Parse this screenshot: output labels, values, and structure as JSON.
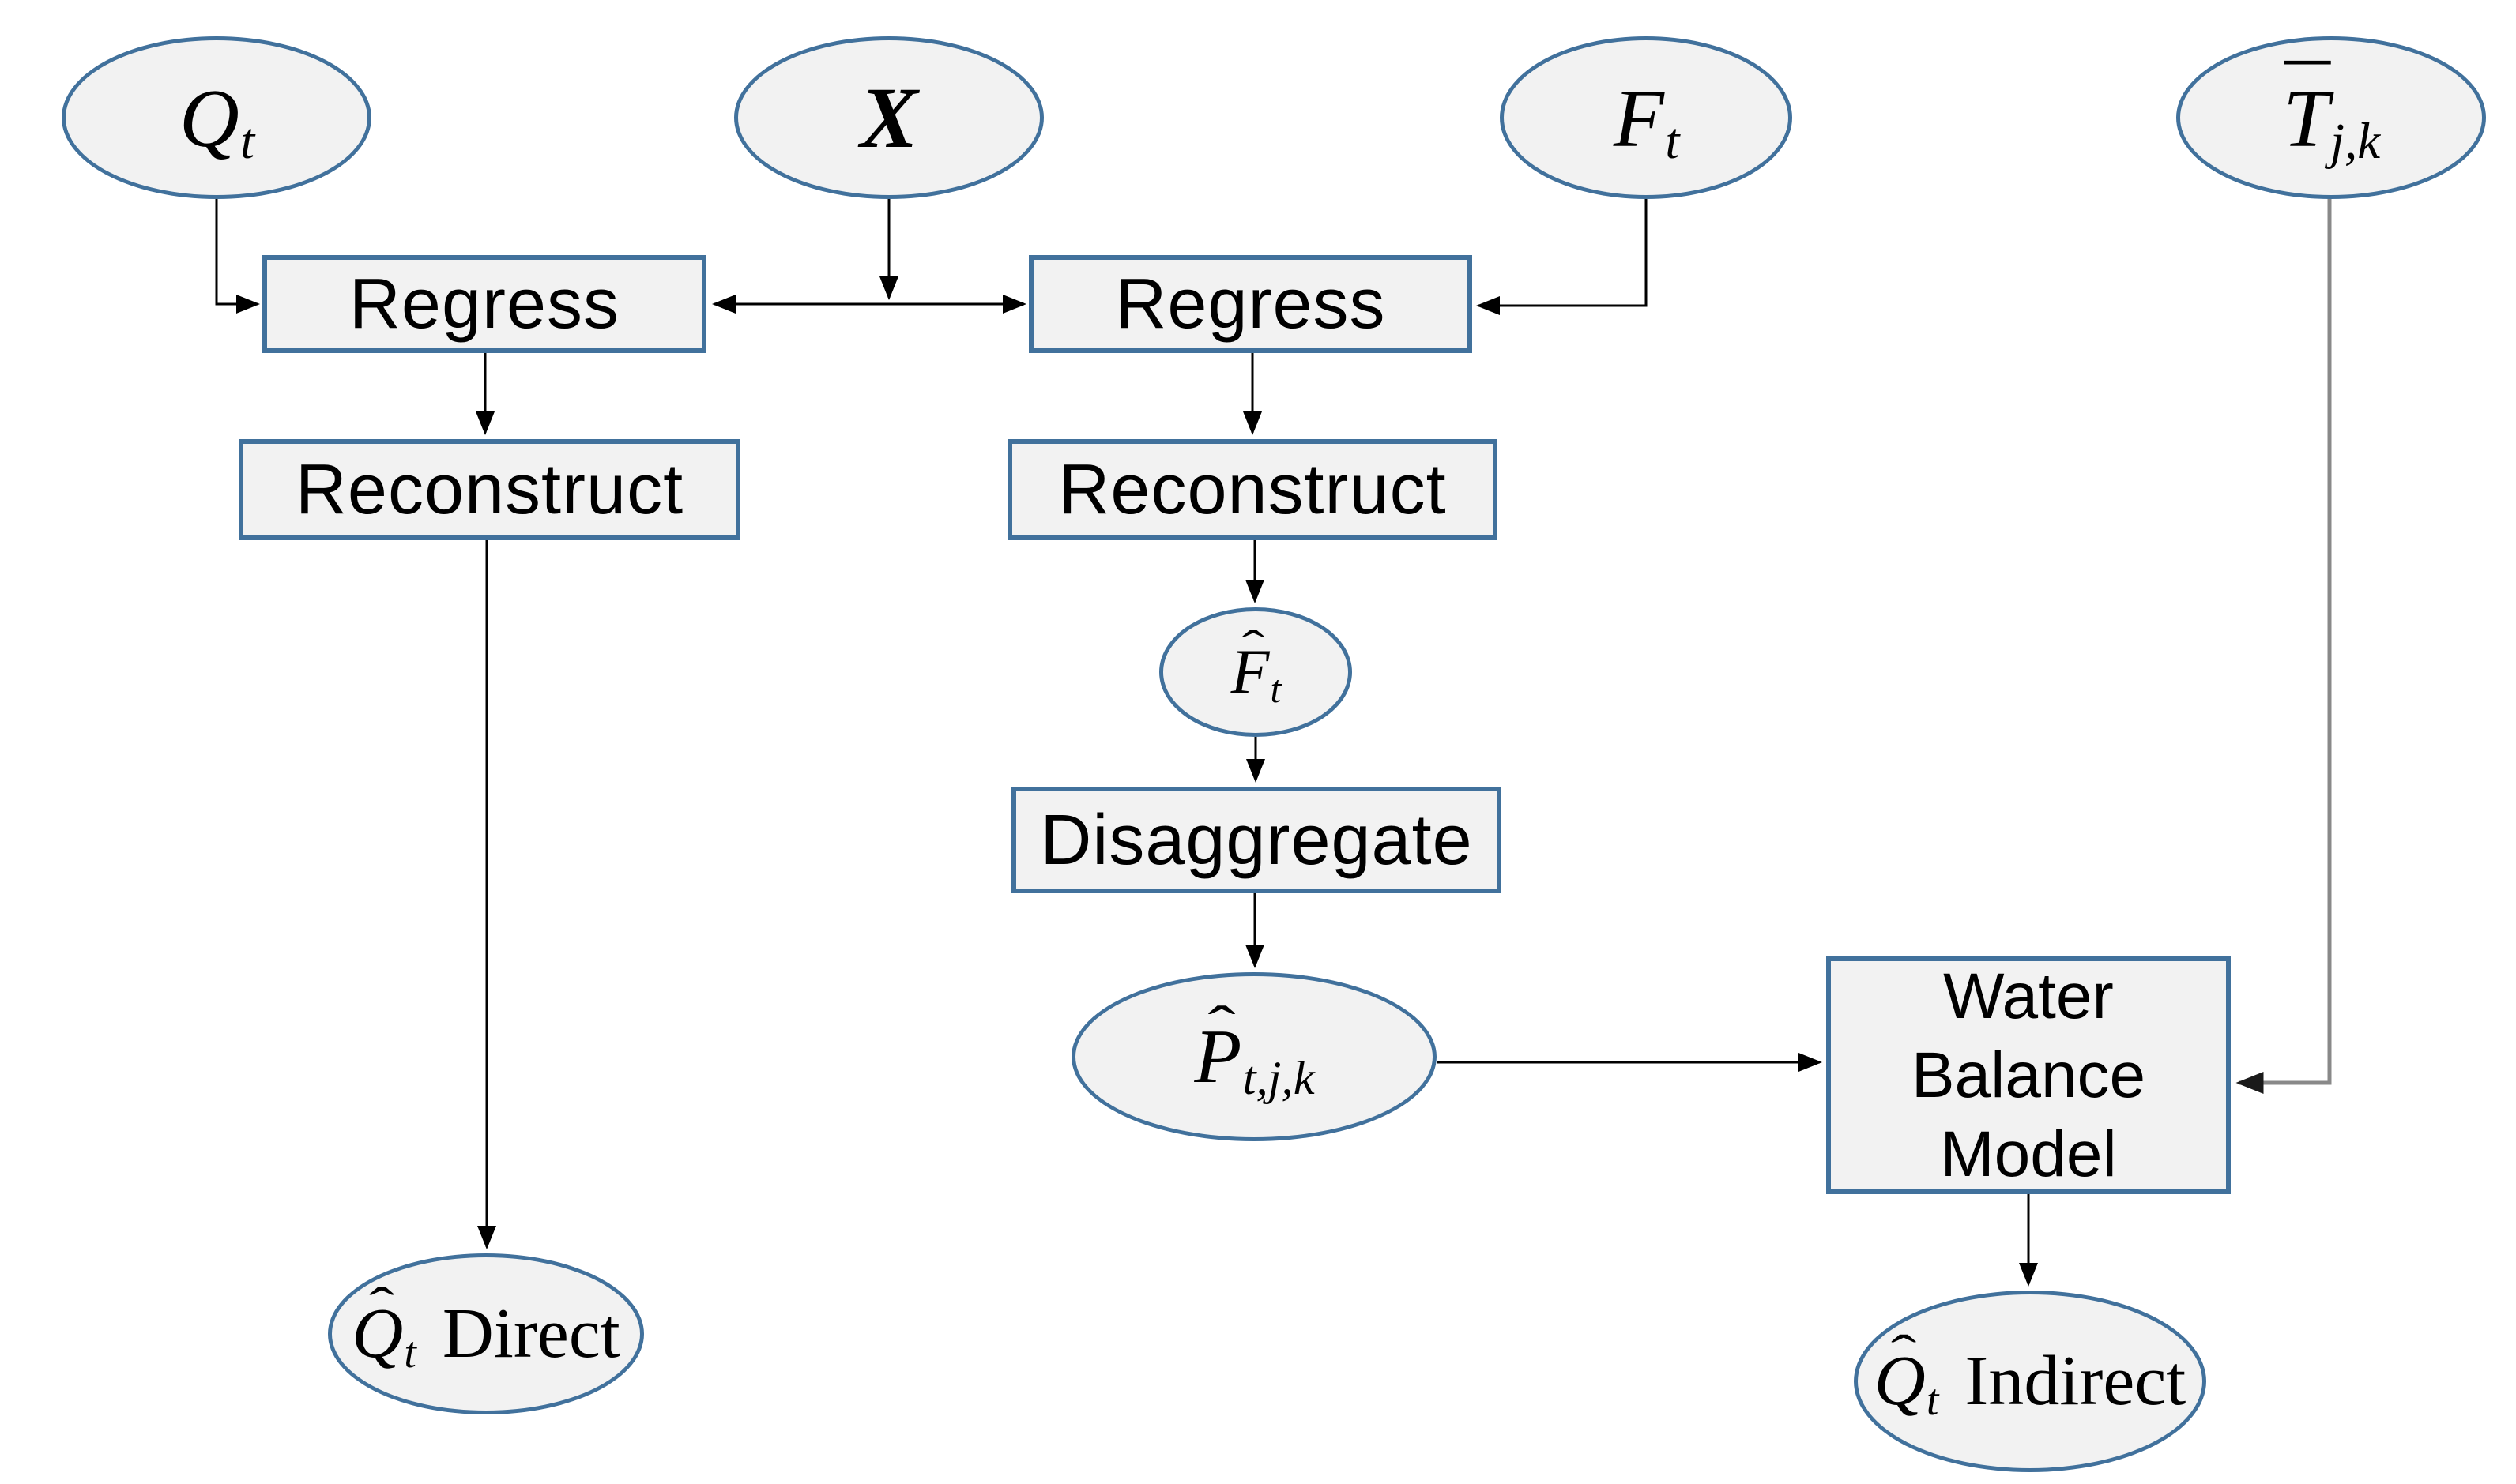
{
  "colors": {
    "node-fill": "#f2f2f2",
    "node-border": "#41719c",
    "arrow": "#000000",
    "gray-line": "#898989",
    "bg": "#ffffff",
    "text": "#000000"
  },
  "nodes": {
    "qt": {
      "base": "Q",
      "sub": "t"
    },
    "x": {
      "base": "X"
    },
    "ft": {
      "base": "F",
      "sub": "t"
    },
    "tjk": {
      "base": "T",
      "accent": "¯",
      "sub": "j,k"
    },
    "regress_left": {
      "label": "Regress"
    },
    "regress_right": {
      "label": "Regress"
    },
    "reconstruct_left": {
      "label": "Reconstruct"
    },
    "reconstruct_right": {
      "label": "Reconstruct"
    },
    "fhat": {
      "base": "F",
      "accent": "ˆ",
      "sub": "t"
    },
    "disaggregate": {
      "label": "Disaggregate"
    },
    "phat": {
      "base": "P",
      "accent": "ˆ",
      "sub": "t,j,k"
    },
    "wbm": {
      "line1": "Water",
      "line2": "Balance",
      "line3": "Model"
    },
    "qhat_direct": {
      "base": "Q",
      "accent": "ˆ",
      "sub": "t",
      "suffix": "Direct"
    },
    "qhat_indirect": {
      "base": "Q",
      "accent": "ˆ",
      "sub": "t",
      "suffix": "Indirect"
    }
  }
}
